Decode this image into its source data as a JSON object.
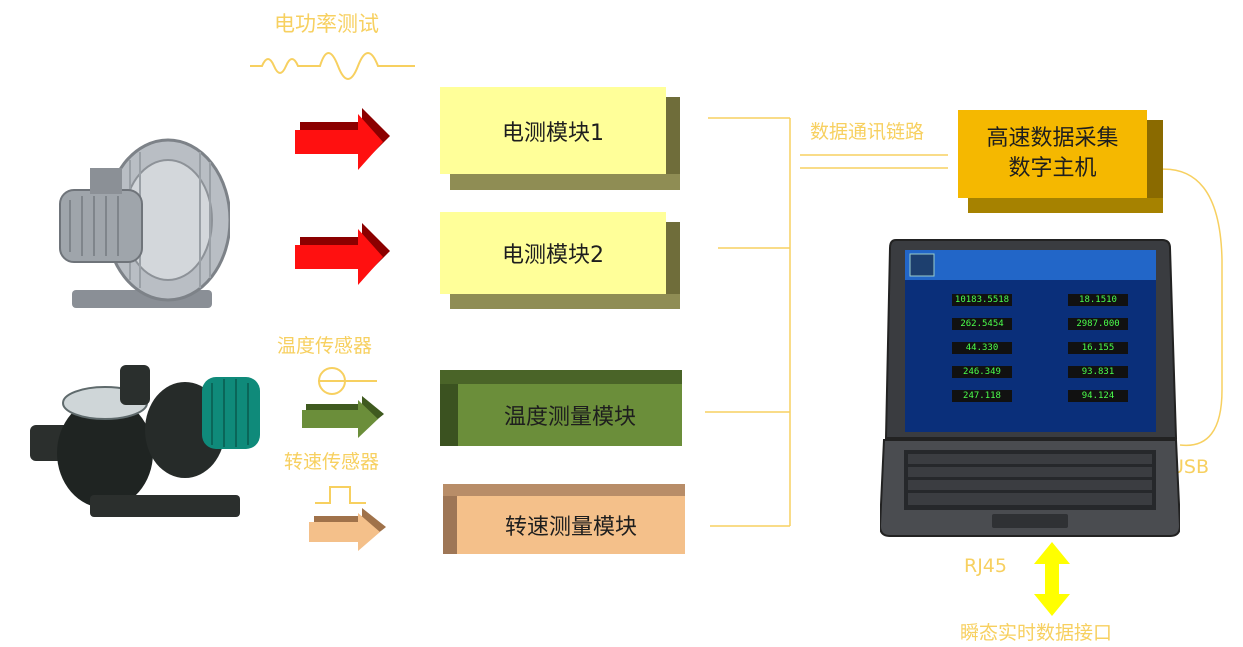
{
  "labels": {
    "power_test": "电功率测试",
    "temp_sensor": "温度传感器",
    "speed_sensor": "转速传感器",
    "data_link": "数据通讯链路",
    "usb": "USB",
    "rj45": "RJ45",
    "realtime_port": "瞬态实时数据接口"
  },
  "modules": {
    "elec1": "电测模块1",
    "elec2": "电测模块2",
    "temp": "温度测量模块",
    "speed": "转速测量模块"
  },
  "host": {
    "line1": "高速数据采集",
    "line2": "数字主机"
  },
  "laptop_screen": {
    "rows": [
      {
        "left": "10183.5518",
        "right": "18.1510"
      },
      {
        "left": "262.5454",
        "right": "2987.000"
      },
      {
        "left": "44.330",
        "right": "16.155"
      },
      {
        "left": "246.349",
        "right": "93.831"
      },
      {
        "left": "247.118",
        "right": "94.124"
      }
    ]
  },
  "colors": {
    "yellow_line": "#f5c842",
    "module_yellow": "#ffff99",
    "module_green": "#6b8e3a",
    "module_tan": "#f4c08a",
    "host_orange": "#f5b800",
    "arrow_red": "#ff1010"
  }
}
